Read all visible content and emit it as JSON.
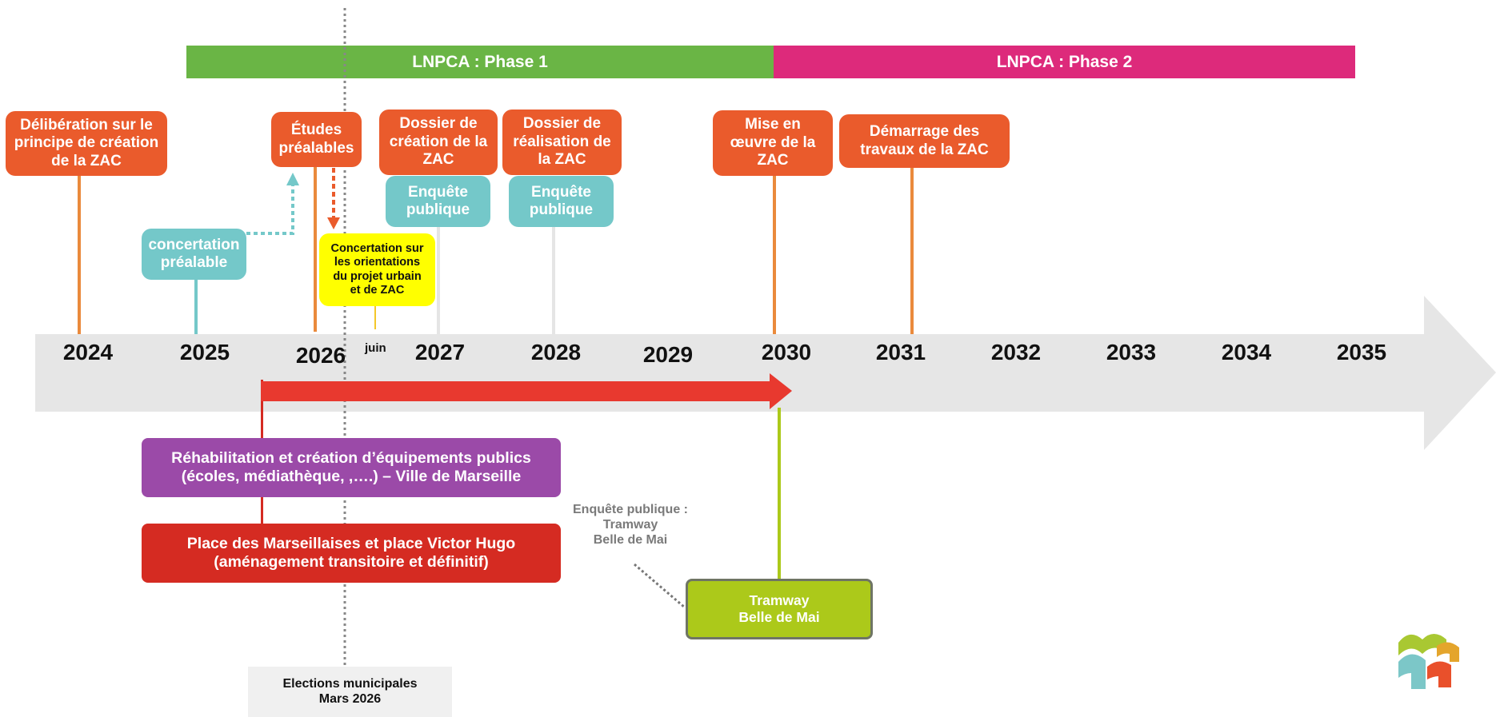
{
  "phases": [
    {
      "label": "LNPCA : Phase 1",
      "color": "#6ab545"
    },
    {
      "label": "LNPCA : Phase 2",
      "color": "#dd2a7b"
    }
  ],
  "years": [
    "2024",
    "2025",
    "2026",
    "2027",
    "2028",
    "2029",
    "2030",
    "2031",
    "2032",
    "2033",
    "2034",
    "2035"
  ],
  "juin_label": "juin",
  "milestones": {
    "deliberation": "Délibération sur le\nprincipe de création\nde la ZAC",
    "etudes": "Études\npréalables",
    "dossier_creation": "Dossier de\ncréation de la\nZAC",
    "dossier_realisation": "Dossier de\nréalisation de\nla ZAC",
    "mise_en_oeuvre": "Mise en\nœuvre de la\nZAC",
    "demarrage": "Démarrage des\ntravaux de la ZAC"
  },
  "enquete_1": "Enquête\npublique",
  "enquete_2": "Enquête\npublique",
  "concertation_prealable": "concertation\npréalable",
  "concertation_orientations": "Concertation sur\nles orientations\ndu projet urbain\net de ZAC",
  "rehabilitation": "Réhabilitation et création d’équipements publics\n(écoles, médiathèque, ,….) – Ville de Marseille",
  "place": "Place des Marseillaises et place Victor Hugo\n(aménagement transitoire et définitif)",
  "enquete_tramway": "Enquête publique :\nTramway\nBelle de Mai",
  "tramway": "Tramway\nBelle de Mai",
  "elections": "Elections municipales\nMars 2026",
  "colors": {
    "orange": "#ea5b2c",
    "teal": "#74c8c9",
    "yellow": "#ffff00",
    "purple": "#9b4aa8",
    "red": "#d52b22",
    "lime": "#acc91a",
    "timeline_gray": "#e6e6e6"
  },
  "logo_icon": "city-logo"
}
